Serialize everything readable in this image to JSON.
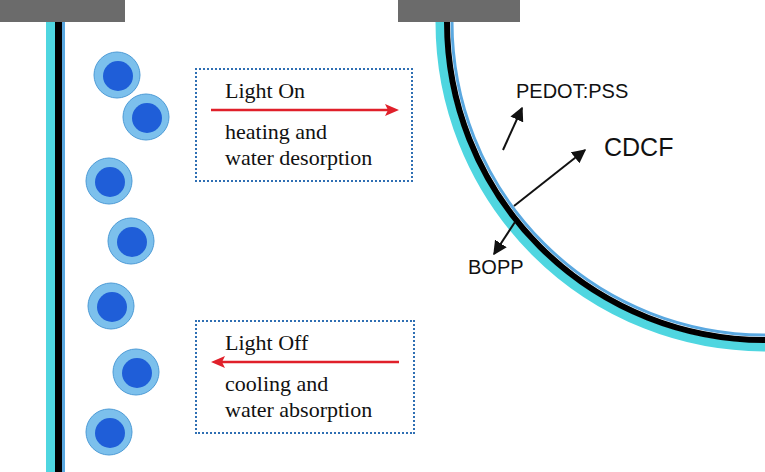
{
  "diagram": {
    "nodes": [
      {
        "text": [
          "Light On",
          "heating and water desorption"
        ]
      },
      {
        "text": [
          "Light Off",
          "cooling and water absorption"
        ]
      }
    ],
    "labels": [
      "PEDOT:PSS",
      "CDCF",
      "BOPP"
    ]
  }
}
